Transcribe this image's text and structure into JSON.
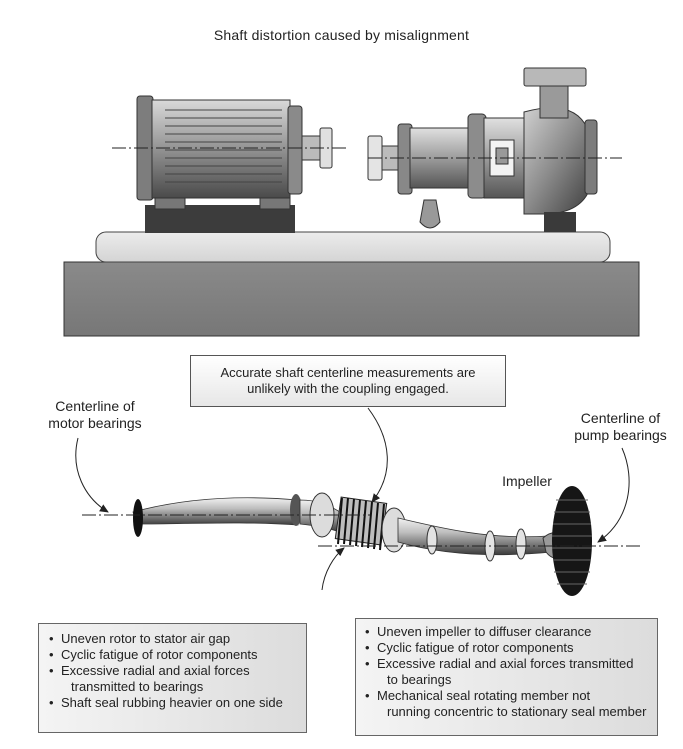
{
  "title": "Shaft distortion caused by misalignment",
  "callout": {
    "line1": "Accurate shaft centerline measurements are",
    "line2": "unlikely with the coupling engaged."
  },
  "labels": {
    "motor_line1": "Centerline of",
    "motor_line2": "motor bearings",
    "pump_line1": "Centerline of",
    "pump_line2": "pump bearings",
    "impeller": "Impeller"
  },
  "motor_effects": [
    "Uneven rotor to stator air gap",
    "Cyclic fatigue of rotor components",
    "Excessive radial and axial forces",
    "transmitted to bearings",
    "Shaft seal rubbing heavier on one side"
  ],
  "pump_effects": [
    "Uneven impeller to diffuser clearance",
    "Cyclic fatigue of rotor components",
    "Excessive radial and axial forces transmitted",
    "to bearings",
    "Mechanical seal rotating member not",
    "running concentric to stationary seal member"
  ]
}
